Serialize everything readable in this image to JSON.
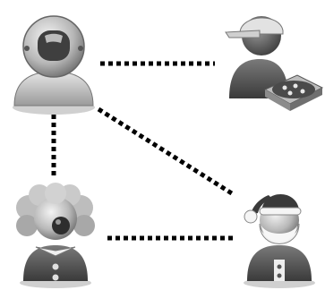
{
  "diagram": {
    "nodes": [
      {
        "id": "astronaut",
        "icon": "astronaut-user-icon"
      },
      {
        "id": "pizza",
        "icon": "pizza-delivery-user-icon"
      },
      {
        "id": "clown",
        "icon": "clown-user-icon"
      },
      {
        "id": "santa",
        "icon": "santa-user-icon"
      }
    ],
    "edges": [
      {
        "from": "astronaut",
        "to": "pizza",
        "style": "dotted"
      },
      {
        "from": "astronaut",
        "to": "clown",
        "style": "dotted"
      },
      {
        "from": "astronaut",
        "to": "santa",
        "style": "dotted"
      },
      {
        "from": "clown",
        "to": "santa",
        "style": "dotted"
      }
    ],
    "colors": {
      "background": "#ffffff",
      "connector": "#000000",
      "icon_dark": "#3a3a3a",
      "icon_mid": "#8a8a8a",
      "icon_light": "#d8d8d8"
    }
  }
}
